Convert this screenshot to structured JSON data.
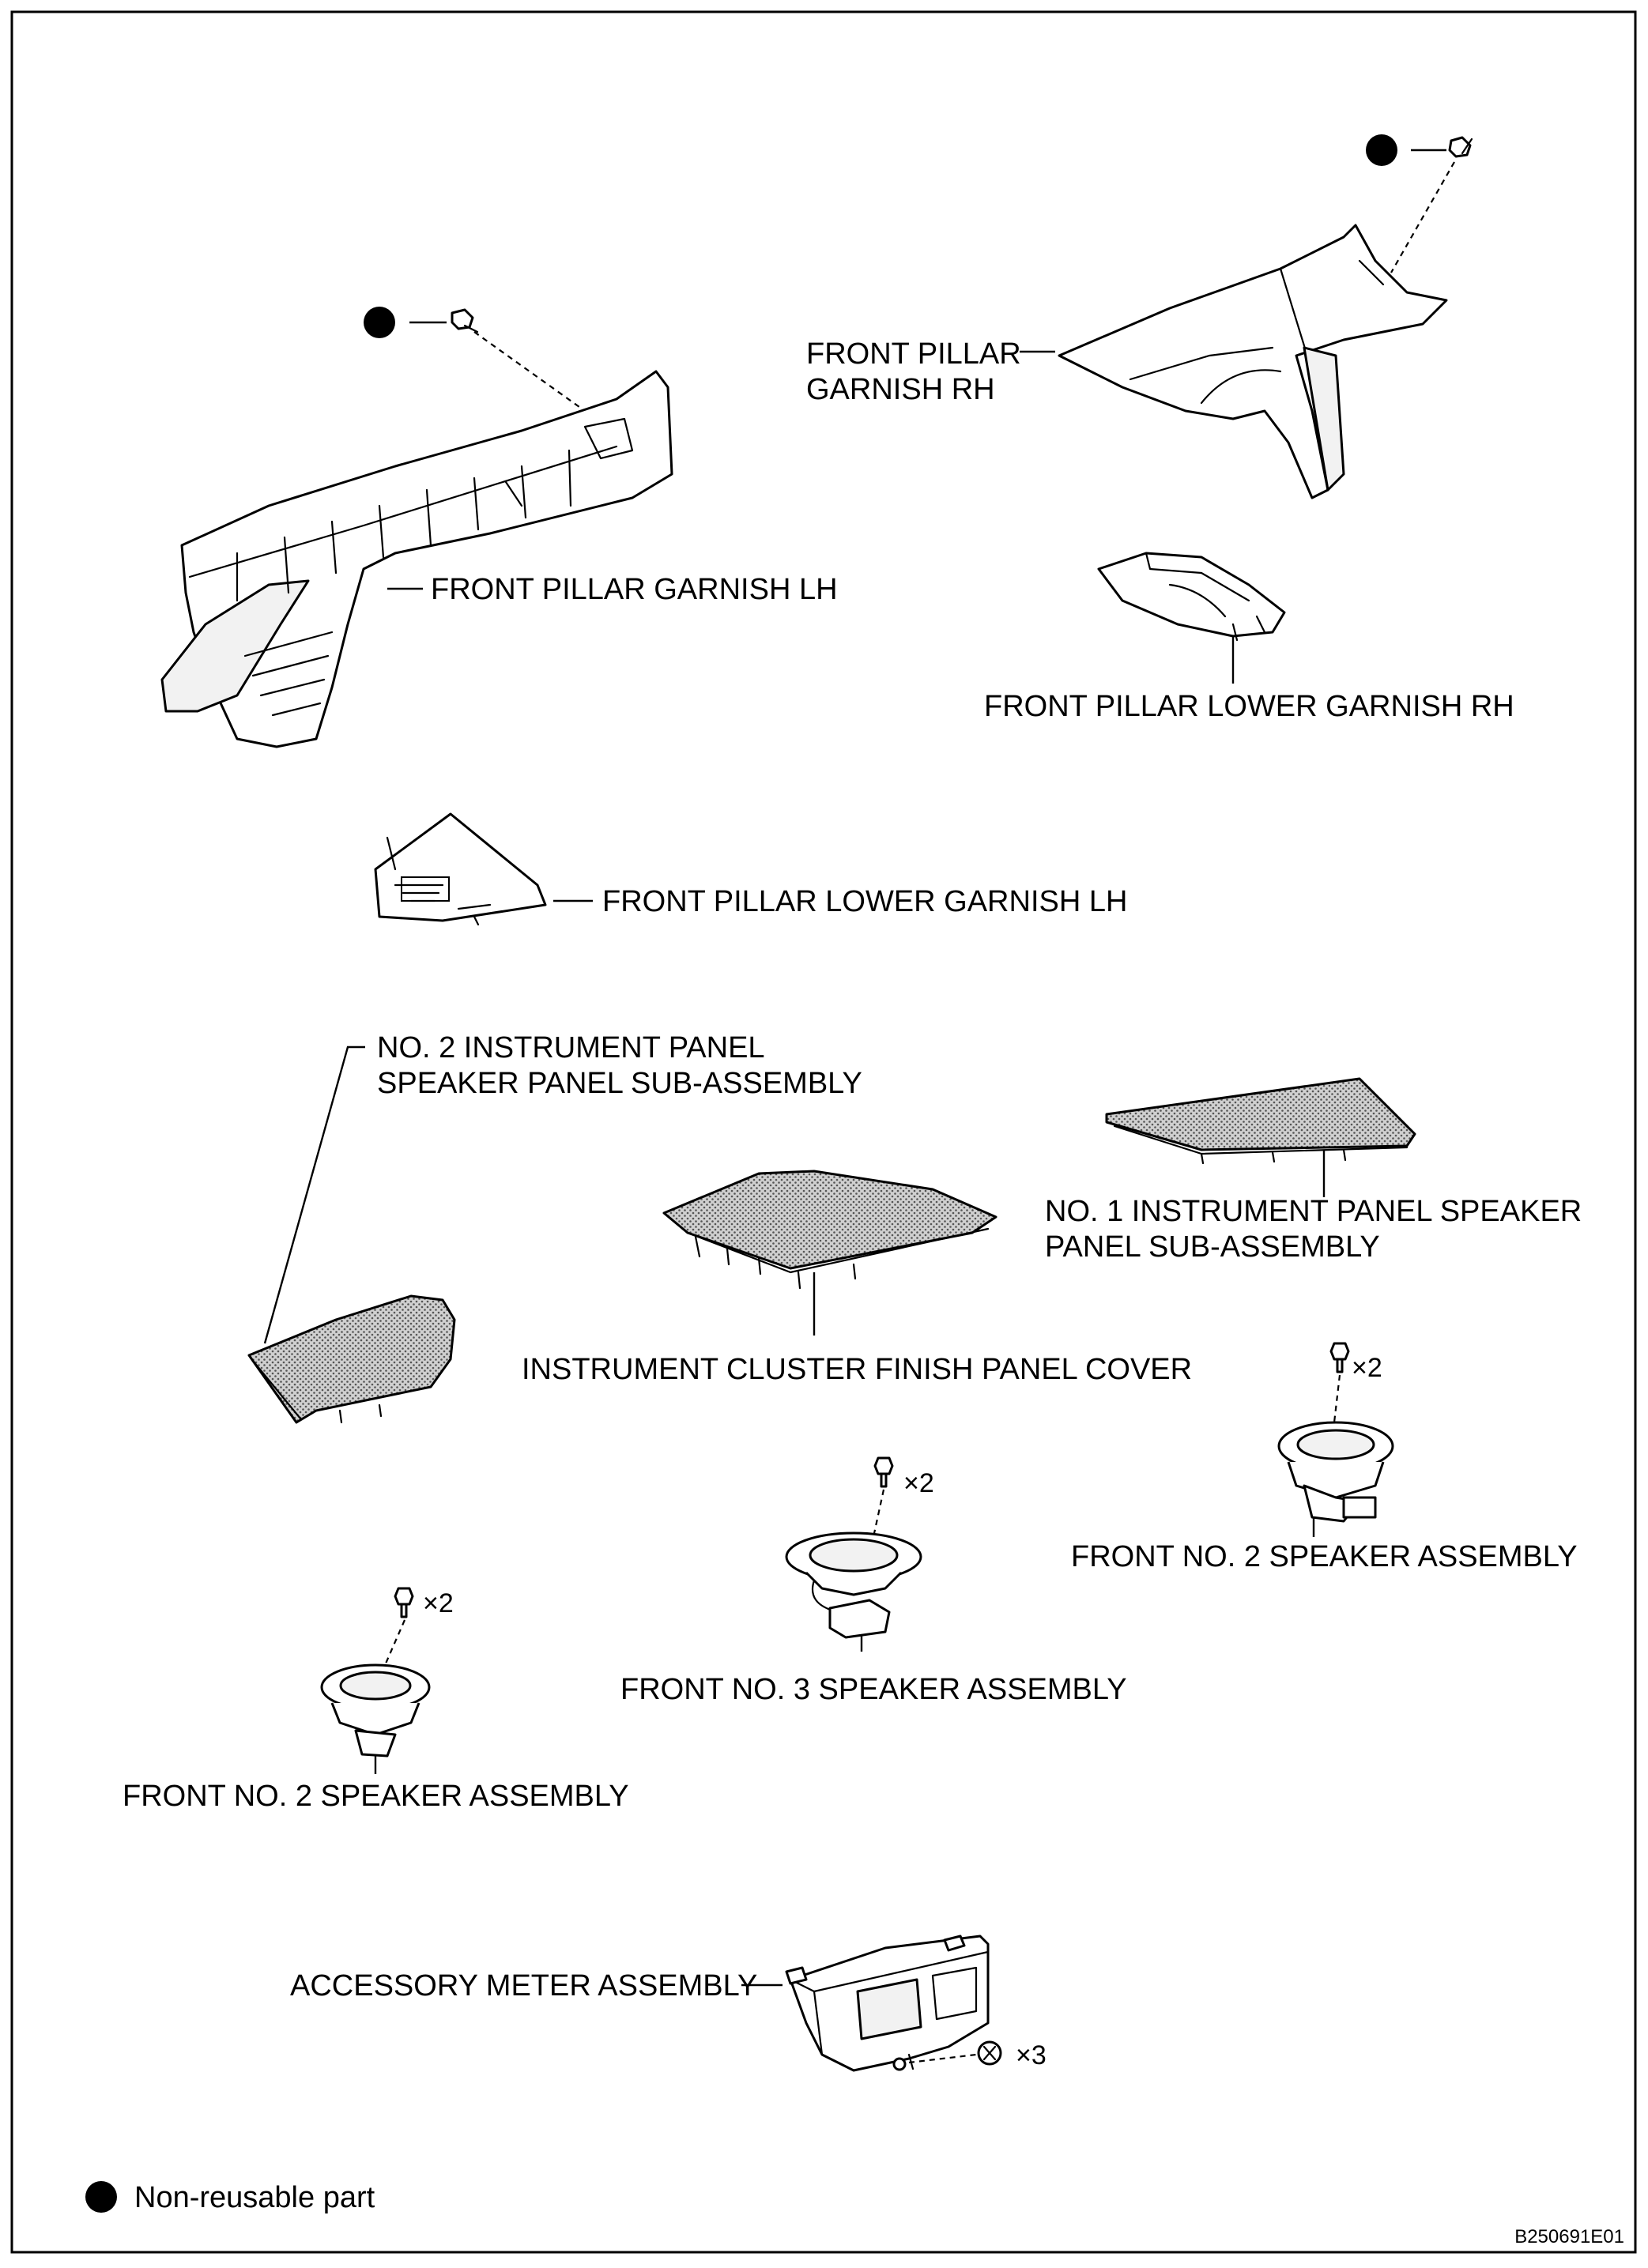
{
  "labels": {
    "front_pillar_garnish_rh_line1": "FRONT PILLAR",
    "front_pillar_garnish_rh_line2": "GARNISH RH",
    "front_pillar_garnish_lh": "FRONT PILLAR GARNISH LH",
    "front_pillar_lower_garnish_rh": "FRONT PILLAR LOWER GARNISH RH",
    "front_pillar_lower_garnish_lh": "FRONT PILLAR LOWER GARNISH LH",
    "no2_speaker_panel_line1": "NO. 2 INSTRUMENT PANEL",
    "no2_speaker_panel_line2": "SPEAKER PANEL SUB-ASSEMBLY",
    "no1_speaker_panel_line1": "NO. 1 INSTRUMENT PANEL SPEAKER",
    "no1_speaker_panel_line2": "PANEL SUB-ASSEMBLY",
    "cluster_finish_panel_cover": "INSTRUMENT CLUSTER FINISH PANEL COVER",
    "front_no2_speaker_right": "FRONT NO. 2 SPEAKER ASSEMBLY",
    "front_no3_speaker": "FRONT NO. 3 SPEAKER ASSEMBLY",
    "front_no2_speaker_left": "FRONT NO. 2 SPEAKER ASSEMBLY",
    "accessory_meter": "ACCESSORY METER ASSEMBLY"
  },
  "quantities": {
    "screws_no2_speaker_right": "×2",
    "screws_no3_speaker": "×2",
    "screws_no2_speaker_left": "×2",
    "screws_accessory_meter": "×3"
  },
  "legend": {
    "non_reusable": "Non-reusable part"
  },
  "figure_code": "B250691E01",
  "colors": {
    "line": "#000000",
    "background": "#ffffff"
  }
}
